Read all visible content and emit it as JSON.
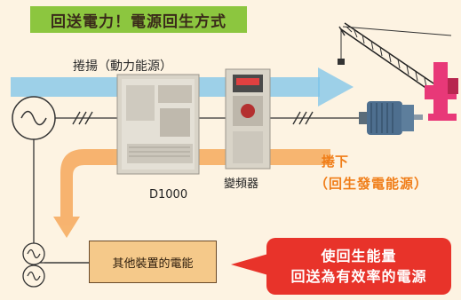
{
  "title": "回送電力！電源回生方式",
  "winding_label": "捲揚（動力能源）",
  "unwinding_label_line1": "捲下",
  "unwinding_label_line2": "（回生發電能源）",
  "d1000_label": "D1000",
  "inverter_label": "變頻器",
  "other_devices_label": "其他裝置的電能",
  "callout": {
    "line1": "使回生能量",
    "line2": "回送為有效率的電源"
  },
  "colors": {
    "title_bg": "#8cc63f",
    "power_flow_arrow": "#7cc4ea",
    "regen_flow_arrow": "#f6a95c",
    "regen_text": "#f07d18",
    "callout_bg": "#e8332a",
    "crane_body": "#e83878",
    "box_fill": "#f5c98a"
  },
  "icons": [
    "ac-source-icon",
    "three-phase-wire-icon",
    "motor-icon",
    "crane-icon",
    "d1000-unit-icon",
    "inverter-unit-icon"
  ]
}
